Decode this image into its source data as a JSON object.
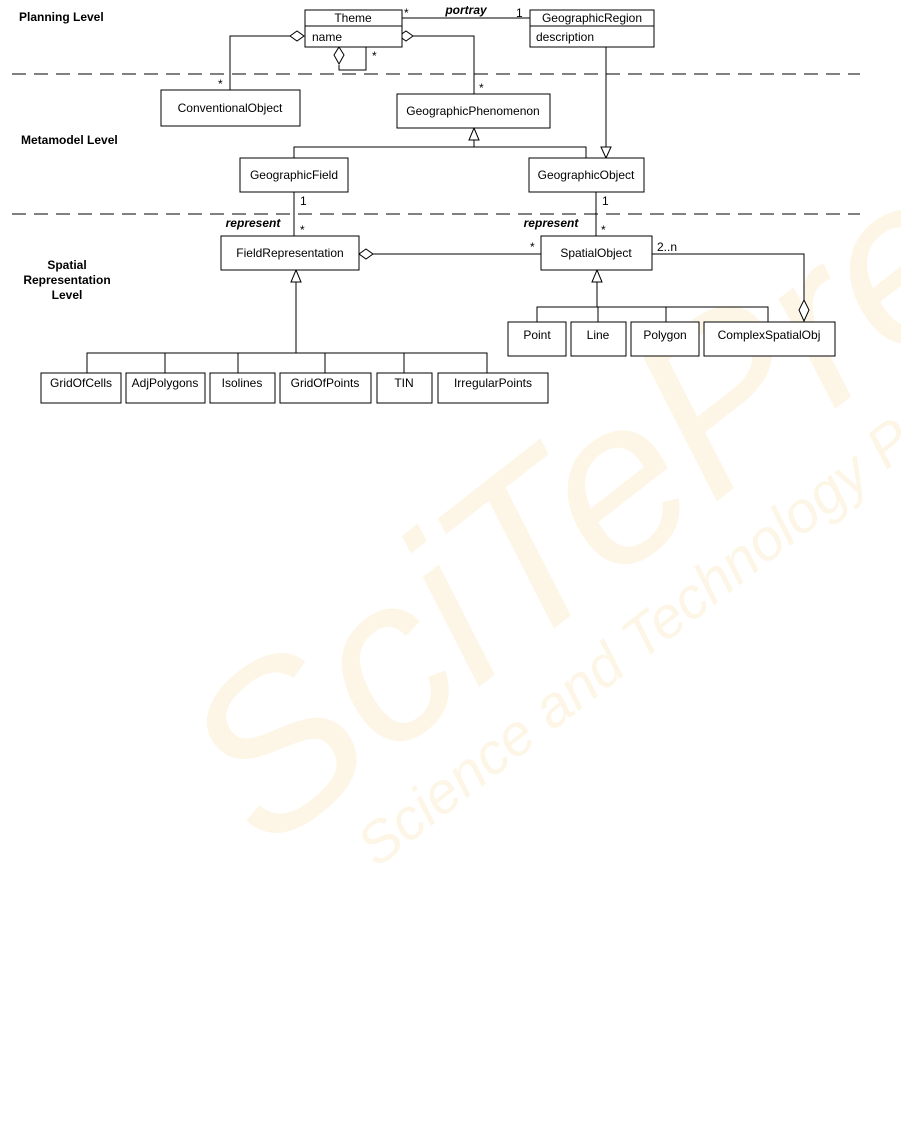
{
  "levels": {
    "planning": "Planning Level",
    "metamodel": "Metamodel Level",
    "spatial_1": "Spatial",
    "spatial_2": "Representation",
    "spatial_3": "Level"
  },
  "classes": {
    "theme": "Theme",
    "theme_attr": "name",
    "geographic_region": "GeographicRegion",
    "geographic_region_attr": "description",
    "conventional_object": "ConventionalObject",
    "geographic_phenomenon": "GeographicPhenomenon",
    "geographic_field": "GeographicField",
    "geographic_object": "GeographicObject",
    "field_representation": "FieldRepresentation",
    "spatial_object": "SpatialObject",
    "point": "Point",
    "line": "Line",
    "polygon": "Polygon",
    "complex_spatial_obj": "ComplexSpatialObj",
    "grid_of_cells": "GridOfCells",
    "adj_polygons": "AdjPolygons",
    "isolines": "Isolines",
    "grid_of_points": "GridOfPoints",
    "tin": "TIN",
    "irregular_points": "IrregularPoints"
  },
  "associations": {
    "portray": "portray",
    "represent_field": "represent",
    "represent_object": "represent"
  },
  "multiplicities": {
    "star": "*",
    "one": "1",
    "two_n": "2..n"
  },
  "watermark": {
    "main": "SciTePress",
    "sub": "Science and Technology Publications",
    "color": "#f3c96a"
  }
}
